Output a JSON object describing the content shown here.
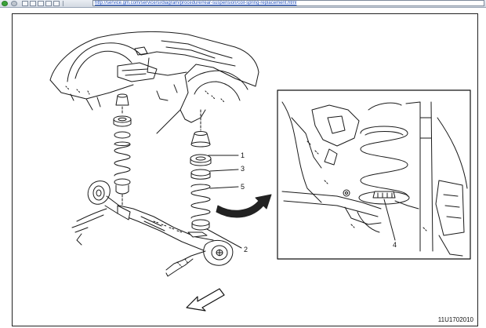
{
  "browser": {
    "address_url": "http://service.gm.com/service/si/diagram/procedure/rear-suspension/coil-spring-replacement.html",
    "icons": [
      "back-icon",
      "forward-icon",
      "stop-icon",
      "refresh-icon",
      "home-icon",
      "favorites-icon",
      "print-icon"
    ]
  },
  "diagram": {
    "callouts": [
      {
        "id": "1",
        "label": "1"
      },
      {
        "id": "3",
        "label": "3"
      },
      {
        "id": "5",
        "label": "5"
      },
      {
        "id": "2",
        "label": "2"
      },
      {
        "id": "4",
        "label": "4"
      }
    ],
    "figure_id": "11U1702010",
    "colors": {
      "line": "#1a1a1a",
      "fill": "#ffffff",
      "arrow": "#222222"
    }
  }
}
